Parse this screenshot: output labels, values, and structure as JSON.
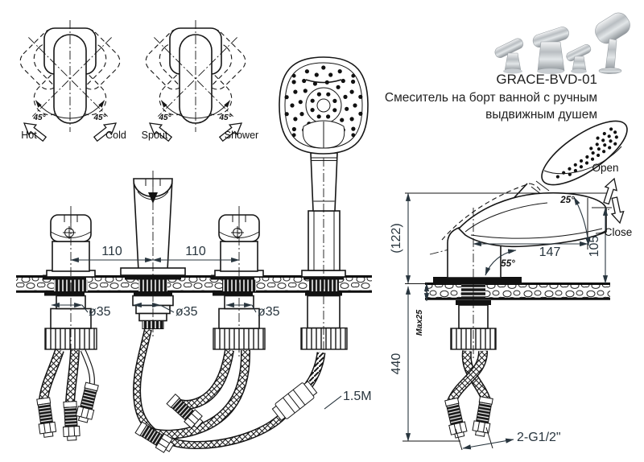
{
  "title_block": {
    "model": "GRACE-BVD-01",
    "description_line1": "Смеситель на борт ванной с ручным",
    "description_line2": "выдвижным душем"
  },
  "rotation_diagrams": {
    "mixer": {
      "angle_left": "45°",
      "angle_right": "45°",
      "label_left": "Hot",
      "label_right": "Cold"
    },
    "diverter": {
      "angle_left": "45°",
      "angle_right": "45°",
      "label_left": "Spout",
      "label_right": "Shower"
    }
  },
  "front_view": {
    "dim_left_spacing": "110",
    "dim_right_spacing": "110",
    "dim_hole_left": "ø35",
    "dim_hole_center": "ø35",
    "dim_hole_right": "ø35",
    "hose_length_label": "1.5M"
  },
  "side_view": {
    "dim_total_height": "(122)",
    "dim_reach": "147",
    "dim_outlet_height": "105",
    "angle_open": "25°",
    "angle_swing": "55°",
    "label_open": "Open",
    "label_close": "Close",
    "dim_below_deck": "440",
    "dim_max_deck": "Max25",
    "thread_size": "2-G1/2\""
  },
  "colors": {
    "line": "#161616",
    "dimension_text": "#28353e",
    "background": "#ffffff"
  }
}
